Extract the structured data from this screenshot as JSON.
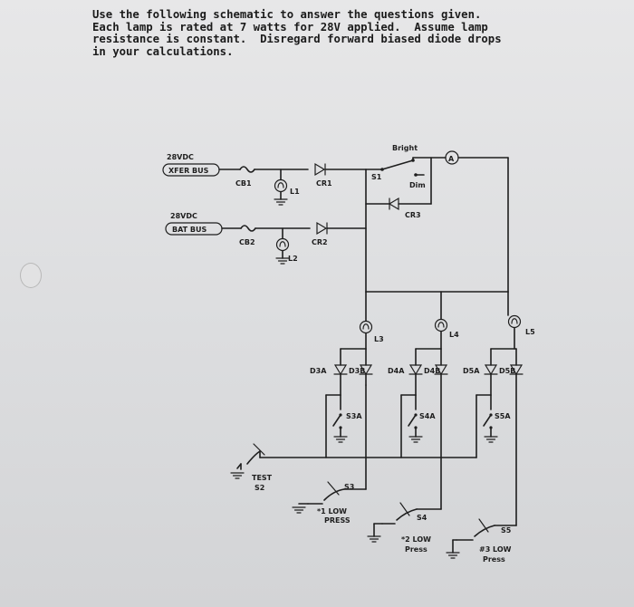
{
  "instructions": {
    "line1": "Use the following schematic to answer the questions given.",
    "line2": "Each lamp is rated at 7 watts for 28V applied.  Assume lamp",
    "line3": "resistance is constant.  Disregard forward biased diode drops",
    "line4": "in your calculations."
  },
  "schematic": {
    "xfer_voltage": "28VDC",
    "xfer_bus": "XFER BUS",
    "bat_voltage": "28VDC",
    "bat_bus": "BAT BUS",
    "cb1": "CB1",
    "cb2": "CB2",
    "cr1": "CR1",
    "cr2": "CR2",
    "cr3": "CR3",
    "l1": "L1",
    "l2": "L2",
    "l3": "L3",
    "l4": "L4",
    "l5": "L5",
    "s1": "S1",
    "bright": "Bright",
    "dim": "Dim",
    "ammeter": "A",
    "d3a": "D3A",
    "d3b": "D3B",
    "d4a": "D4A",
    "d4b": "D4B",
    "d5a": "D5A",
    "d5b": "D5B",
    "s3a": "S3A",
    "s4a": "S4A",
    "s5a": "S5A",
    "test": "TEST",
    "s2": "S2",
    "s3": "S3",
    "s4": "S4",
    "s5": "S5",
    "press1_a": "*1 LOW",
    "press1_b": "PRESS",
    "press2_a": "*2 LOW",
    "press2_b": "Press",
    "press3_a": "#3 LOW",
    "press3_b": "Press"
  }
}
